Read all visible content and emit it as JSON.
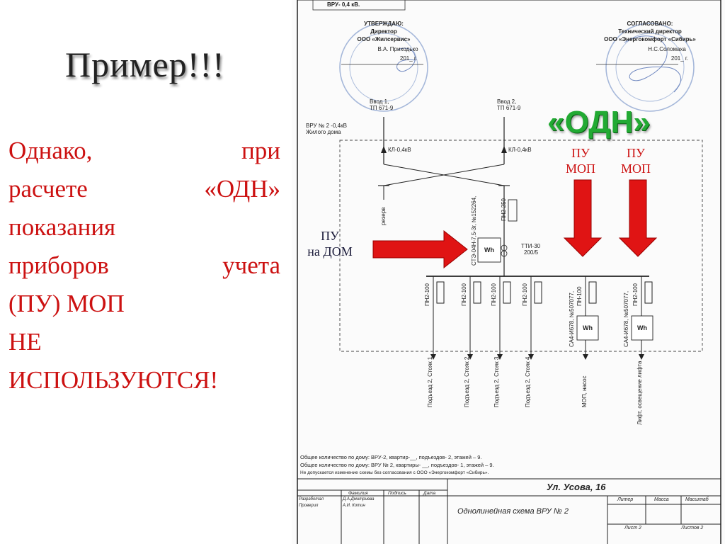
{
  "slide": {
    "title": "Пример!!!",
    "body_lines": [
      [
        "Однако,",
        "при"
      ],
      [
        "расчете",
        "«ОДН»"
      ],
      [
        "показания"
      ],
      [
        "приборов",
        "учета"
      ],
      [
        "(ПУ)  МОП"
      ],
      [
        "НЕ"
      ],
      [
        "ИСПОЛЬЗУЮТСЯ!"
      ]
    ]
  },
  "overlay": {
    "odn_label": "«ОДН»",
    "pu_mop_1": [
      "ПУ",
      "МОП"
    ],
    "pu_mop_2": [
      "ПУ",
      "МОП"
    ],
    "pu_dom": [
      "ПУ",
      "на ДОМ"
    ],
    "colors": {
      "arrow": "#e01414",
      "odn": "#22aa33",
      "text": "#cc1111"
    }
  },
  "document": {
    "header": "ВРУ- 0,4 кВ.",
    "approve": [
      "УТВЕРЖДАЮ:",
      "Директор",
      "ООО «Жилсервис»",
      "В.А. Приходько",
      "201_ г."
    ],
    "agree": [
      "СОГЛАСОВАНО:",
      "Технический директор",
      "ООО «Энергокомфорт «Сибирь»",
      "Н.С.Соломаха",
      "201_ г."
    ],
    "vru_label": [
      "ВРУ № 2 -0,4кВ",
      "Жилого дома"
    ],
    "input1": [
      "Ввод 1,",
      "ТП 671-9"
    ],
    "input2": [
      "Ввод 2,",
      "ТП 671-9"
    ],
    "cable1": "КЛ-0,4кВ",
    "cable2": "КЛ-0,4кВ",
    "reserve": "резерв",
    "fuse_main": "ПН2-250",
    "meter_main": "СТЭ-04Н-7,5-3г, №152264,",
    "tt": [
      "ТТИ-30",
      "200/5"
    ],
    "meter_symbol": "Wh",
    "fuses": [
      "ПН2-100",
      "ПН2-100",
      "ПН2-100",
      "ПН2-100",
      "ПН-100",
      "ПН2-100"
    ],
    "meters_mop": [
      "СА4-И678, №507077,",
      "СА4-И678, №507077,"
    ],
    "feeders": [
      "Подъезд 2, Стояк 1",
      "Подъезд 2, Стояк 2",
      "Подъезд 2, Стояк 3",
      "Подъезд 2, Стояк 4",
      "МОП, насос",
      "Лифт, освещение лифта"
    ],
    "notes": [
      "Общее количество по дому: ВРУ-2, квартир-__, подъездов- 2, этажей – 9.",
      "Общее количество по дому: ВРУ № 2, квартиры- __, подъездов- 1, этажей – 9.",
      "Не допускается изменение схемы без согласования с ООО «Энергокомфорт «Сибирь»."
    ],
    "stamp": {
      "address": "Ул. Усова, 16",
      "title": "Однолинейная схема ВРУ № 2",
      "cols": [
        "Фамилия",
        "Подпись",
        "Дата"
      ],
      "rows": [
        [
          "Разработал",
          "Д.А.Дмитриева"
        ],
        [
          "Проверил",
          "А.И. Котин"
        ]
      ],
      "right_cols": [
        "Литер",
        "Масса",
        "Масштаб"
      ],
      "sheet": "Лист 2",
      "sheets": "Листов 2"
    }
  }
}
